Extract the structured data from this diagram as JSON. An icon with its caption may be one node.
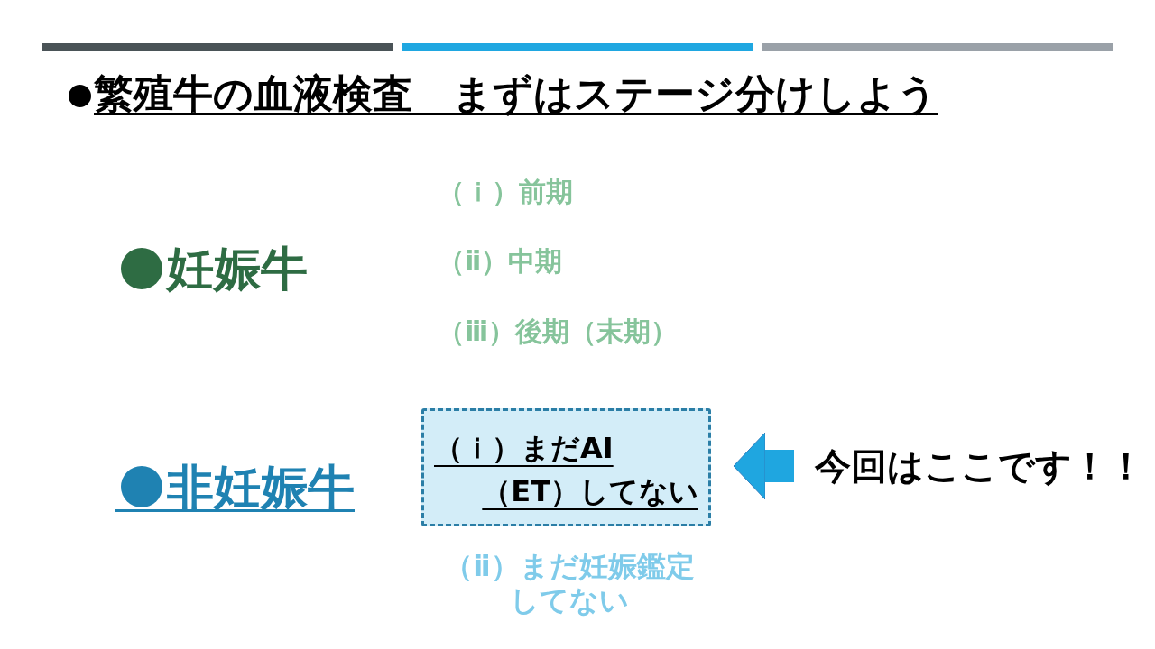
{
  "diagram": {
    "title": "繁殖牛の血液検査　まずはステージ分けしよう",
    "nodes": [
      {
        "text": [
          "（ｉ）まだAI（ET）してない"
        ]
      },
      {
        "text": [
          "今回はここです！！"
        ]
      }
    ],
    "edges": [
      {
        "from": 1,
        "to": 0,
        "arrow": "to"
      }
    ],
    "labels": [
      "妊娠牛",
      "（ｉ）前期",
      "（ⅱ）中期",
      "（ⅲ）後期（末期）",
      "非妊娠牛",
      "（ⅱ）まだ妊娠鑑定してない"
    ]
  }
}
